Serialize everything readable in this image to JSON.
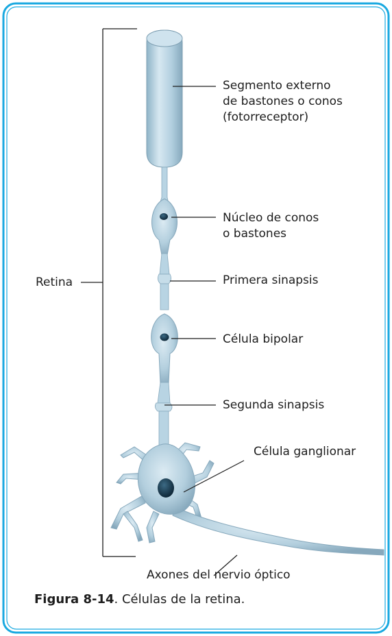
{
  "labels": {
    "retina": "Retina",
    "outer_segment": "Segmento externo\nde bastones o conos\n(fotorreceptor)",
    "nucleus": "Núcleo de conos\no bastones",
    "first_synapse": "Primera sinapsis",
    "bipolar": "Célula bipolar",
    "second_synapse": "Segunda sinapsis",
    "ganglion": "Célula ganglionar",
    "axons": "Axones del nervio óptico"
  },
  "caption": {
    "number": "Figura 8-14",
    "text": ". Células de la retina."
  },
  "colors": {
    "frame": "#19a9e0",
    "cell_fill": "#b8d4e3",
    "cell_dark": "#7fa5bb",
    "nucleus": "#0f2a3a"
  }
}
